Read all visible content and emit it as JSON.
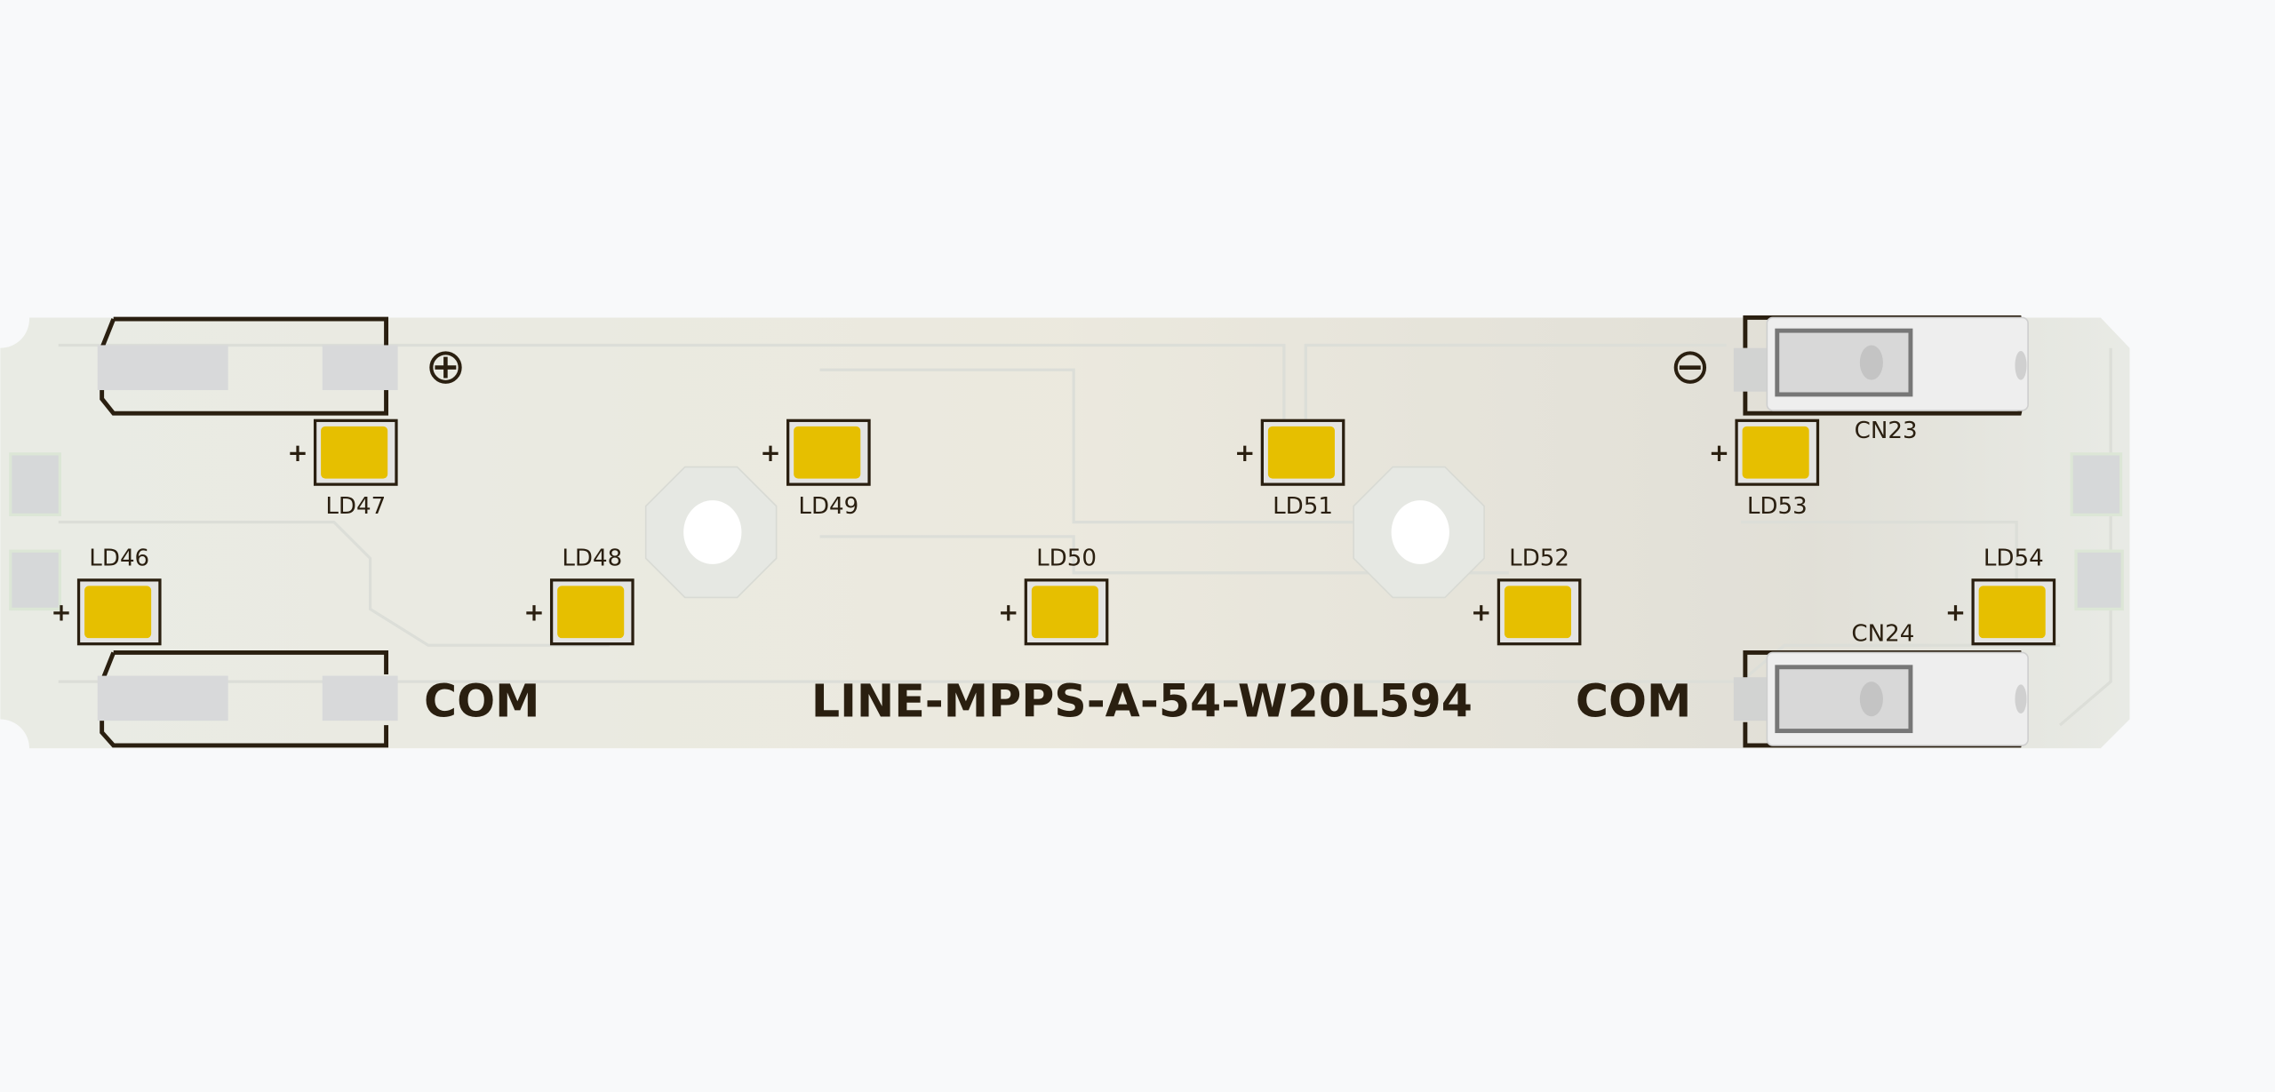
{
  "board": {
    "part_number": "LINE-MPPS-A-54-W20L594",
    "positive_symbol": "⊕",
    "negative_symbol": "⊖",
    "com_left": "COM",
    "com_right": "COM",
    "polarity_mark": "+",
    "connectors": [
      "CN23",
      "CN24"
    ],
    "leds": [
      "LD46",
      "LD47",
      "LD48",
      "LD49",
      "LD50",
      "LD51",
      "LD52",
      "LD53",
      "LD54"
    ]
  },
  "colors": {
    "background": "#f8f9fa",
    "board": "#ebe8dd",
    "silkscreen": "#2a1f10",
    "led": "#e6bf00",
    "pad": "#d8d9da"
  }
}
